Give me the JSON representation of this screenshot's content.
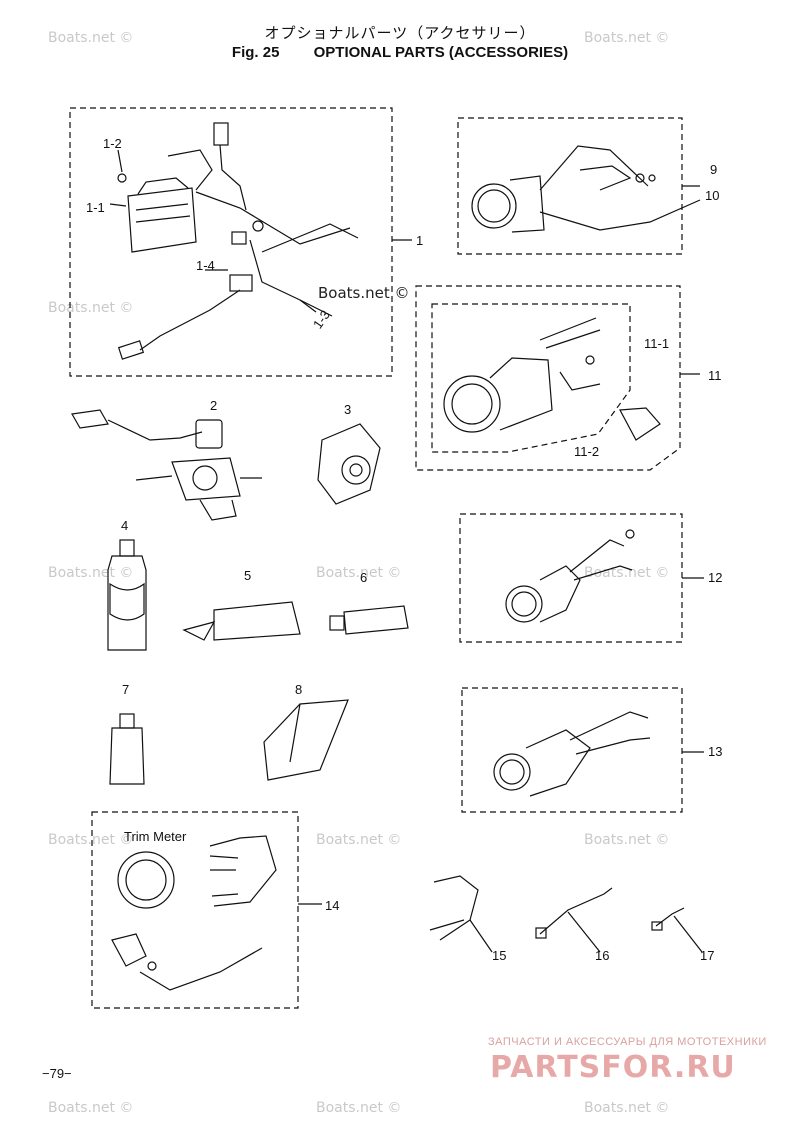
{
  "header": {
    "title_jp": "オプショナルパーツ（アクセサリー）",
    "fig_label": "Fig. 25",
    "title_en": "OPTIONAL PARTS (ACCESSORIES)"
  },
  "watermark": "Boats.net ©",
  "callouts": {
    "c1": "1",
    "c1_1": "1-1",
    "c1_2": "1-2",
    "c1_3": "1-3",
    "c1_4": "1-4",
    "c2": "2",
    "c3": "3",
    "c4": "4",
    "c5": "5",
    "c6": "6",
    "c7": "7",
    "c8": "8",
    "c9": "9",
    "c10": "10",
    "c11": "11",
    "c11_1": "11-1",
    "c11_2": "11-2",
    "c12": "12",
    "c13": "13",
    "c14": "14",
    "c15": "15",
    "c16": "16",
    "c17": "17"
  },
  "trim_meter_label": "Trim Meter",
  "page_number": "−79−",
  "brand": {
    "subtitle": "ЗАПЧАСТИ И АКСЕССУАРЫ ДЛЯ МОТОТЕХНИКИ",
    "name": "PARTSFOR.RU"
  }
}
